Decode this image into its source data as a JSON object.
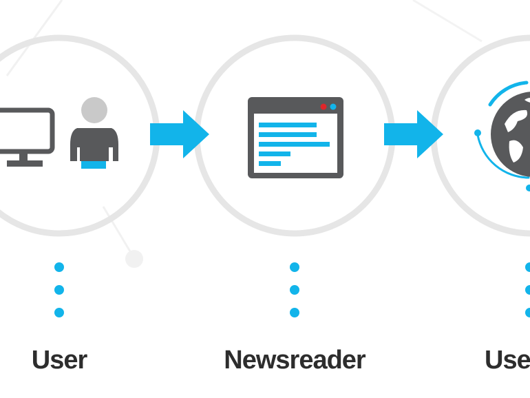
{
  "stages": [
    {
      "label": "User",
      "icon": "user-computer-icon"
    },
    {
      "label": "Newsreader",
      "icon": "browser-window-icon"
    },
    {
      "label": "Usenet",
      "icon": "globe-icon"
    }
  ],
  "colors": {
    "accent": "#12b4ea",
    "dark": "#58595b",
    "ring": "#e6e6e6",
    "person_head": "#c9c9c9",
    "label": "#2d2d2d",
    "red_dot": "#e0262a"
  }
}
